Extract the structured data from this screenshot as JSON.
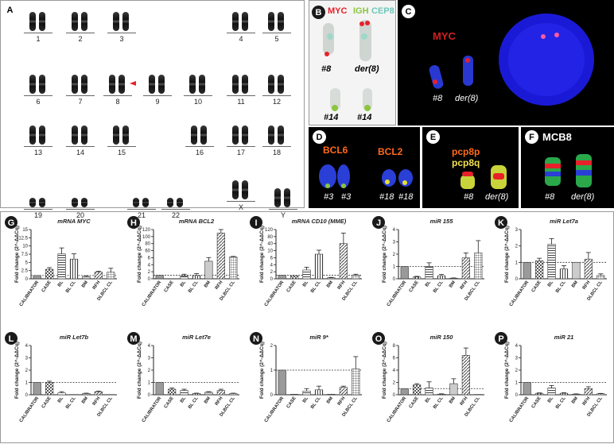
{
  "panel_letters": {
    "A": "A",
    "B": "B",
    "C": "C",
    "D": "D",
    "E": "E",
    "F": "F"
  },
  "karyotype": [
    {
      "label": "1"
    },
    {
      "label": "2"
    },
    {
      "label": "3"
    },
    {
      "label": "4"
    },
    {
      "label": "5"
    },
    {
      "label": "6"
    },
    {
      "label": "7"
    },
    {
      "label": "8"
    },
    {
      "label": "9"
    },
    {
      "label": "10"
    },
    {
      "label": "11"
    },
    {
      "label": "12"
    },
    {
      "label": "13"
    },
    {
      "label": "14"
    },
    {
      "label": "15"
    },
    {
      "label": "16"
    },
    {
      "label": "17"
    },
    {
      "label": "18"
    },
    {
      "label": "19"
    },
    {
      "label": "20"
    },
    {
      "label": "21"
    },
    {
      "label": "22"
    },
    {
      "label": "X"
    },
    {
      "label": "Y"
    }
  ],
  "fish": {
    "B": {
      "probe1": "MYC",
      "probe2": "IGH",
      "probe3": "CEP8",
      "l1": "#8",
      "l2": "der(8)",
      "l3": "#14",
      "l4": "#14"
    },
    "C": {
      "probe": "MYC",
      "l1": "#8",
      "l2": "der(8)"
    },
    "D": {
      "probe1": "BCL6",
      "probe2": "BCL2",
      "l1": "#3",
      "l2": "#3",
      "l3": "#18",
      "l4": "#18"
    },
    "E": {
      "probe1": "pcp8p",
      "probe2": "pcp8q",
      "l1": "#8",
      "l2": "der(8)"
    },
    "F": {
      "probe": "MCB8",
      "l1": "#8",
      "l2": "der(8)"
    }
  },
  "colors": {
    "red": "#e8202a",
    "green": "#8bc53f",
    "teal": "#6fc7b8",
    "orange": "#ff6a1a",
    "yellow": "#f4e04d",
    "blue": "#2a3fd6"
  },
  "chart_data": [
    {
      "id": "G",
      "type": "bar",
      "title": "mRNA MYC",
      "ylabel": "Fold change (2^-ΔΔCq)",
      "ylim": [
        0,
        15
      ],
      "yticks": [
        "0",
        "2.5",
        "5",
        "7.5",
        "10",
        "12.5",
        "15"
      ],
      "refline": 1,
      "categories": [
        "CALIBRATOR",
        "CASE",
        "BL",
        "BL CL",
        "BM",
        "RFH",
        "DLBCL CL"
      ],
      "values": [
        1,
        2.9,
        7.6,
        6.0,
        0.7,
        2.0,
        2.0
      ],
      "errors": [
        0,
        0.5,
        1.8,
        1.6,
        0.2,
        0.3,
        1.2
      ]
    },
    {
      "id": "H",
      "type": "bar",
      "title": "mRNA BCL2",
      "ylabel": "Fold change (2^-ΔΔCq)",
      "ylim": [
        0,
        120
      ],
      "yticks": [
        "0",
        "2",
        "4",
        "6",
        "60",
        "80",
        "100",
        "120"
      ],
      "refline": 1,
      "categories": [
        "CALIBRATOR",
        "CASE",
        "BL",
        "BL CL",
        "BM",
        "RFH",
        "DLBCL CL"
      ],
      "values": [
        1,
        0.05,
        0.8,
        0.9,
        5,
        110,
        12
      ],
      "errors": [
        0,
        0,
        0.5,
        0.6,
        2,
        10,
        4
      ]
    },
    {
      "id": "I",
      "type": "bar",
      "title": "mRNA CD10 (MME)",
      "ylabel": "Fold change (2^-ΔΔCq)",
      "ylim": [
        0,
        120
      ],
      "yticks": [
        "0",
        "2",
        "4",
        "6",
        "10",
        "40",
        "80",
        "120"
      ],
      "refline": 1,
      "categories": [
        "CALIBRATOR",
        "CASE",
        "BL",
        "BL CL",
        "BM",
        "RFH",
        "DLBCL CL"
      ],
      "values": [
        1,
        0.8,
        2.5,
        8,
        0.3,
        40,
        1
      ],
      "errors": [
        0,
        0,
        0.8,
        4,
        0.1,
        60,
        0.3
      ]
    },
    {
      "id": "J",
      "type": "bar",
      "title": "miR 155",
      "ylabel": "Fold change (2^-ΔΔCq)",
      "ylim": [
        0,
        4
      ],
      "yticks": [
        "0",
        "1",
        "2",
        "3",
        "4"
      ],
      "refline": 1,
      "categories": [
        "CALIBRATOR",
        "CASE",
        "BL",
        "BL CL",
        "BM",
        "RFH",
        "DLBCL CL"
      ],
      "values": [
        1,
        0.15,
        1.0,
        0.25,
        0.05,
        1.7,
        2.1
      ],
      "errors": [
        0,
        0.05,
        0.3,
        0.1,
        0.02,
        0.4,
        1.0
      ]
    },
    {
      "id": "K",
      "type": "bar",
      "title": "miR Let7a",
      "ylabel": "Fold change (2^-ΔΔCq)",
      "ylim": [
        0,
        3
      ],
      "yticks": [
        "0",
        "1",
        "2",
        "3"
      ],
      "refline": 1,
      "categories": [
        "CALIBRATOR",
        "CASE",
        "BL",
        "BL CL",
        "BM",
        "RFH",
        "DLBCL CL"
      ],
      "values": [
        1,
        1.1,
        2.1,
        0.6,
        1.0,
        1.2,
        0.2
      ],
      "errors": [
        0,
        0.15,
        0.35,
        0.2,
        0,
        0.4,
        0.1
      ]
    },
    {
      "id": "L",
      "type": "bar",
      "title": "miR Let7b",
      "ylabel": "Fold change (2^-ΔΔCq)",
      "ylim": [
        0,
        4
      ],
      "yticks": [
        "0",
        "1",
        "2",
        "3",
        "4"
      ],
      "refline": 1,
      "categories": [
        "CALIBRATOR",
        "CASE",
        "BL",
        "BL CL",
        "BM",
        "RFH",
        "DLBCL CL"
      ],
      "values": [
        1,
        1.0,
        0.15,
        0.02,
        0.1,
        0.25,
        0.02
      ],
      "errors": [
        0,
        0.1,
        0.1,
        0,
        0.03,
        0.05,
        0
      ]
    },
    {
      "id": "M",
      "type": "bar",
      "title": "miR Let7e",
      "ylabel": "Fold change (2^-ΔΔCq)",
      "ylim": [
        0,
        4
      ],
      "yticks": [
        "0",
        "1",
        "2",
        "3",
        "4"
      ],
      "refline": 1,
      "categories": [
        "CALIBRATOR",
        "CASE",
        "BL",
        "BL CL",
        "BM",
        "RFH",
        "DLBCL CL"
      ],
      "values": [
        1,
        0.45,
        0.35,
        0.1,
        0.2,
        0.35,
        0.1
      ],
      "errors": [
        0,
        0.1,
        0.1,
        0.03,
        0.05,
        0.1,
        0.03
      ]
    },
    {
      "id": "N",
      "type": "bar",
      "title": "miR 9*",
      "ylabel": "Fold change (2^-ΔΔCq)",
      "ylim": [
        0,
        2
      ],
      "yticks": [
        "0",
        "1",
        "2"
      ],
      "refline": 1,
      "categories": [
        "CALIBRATOR",
        "CASE",
        "BL",
        "BL CL",
        "BM",
        "RFH",
        "DLBCL CL"
      ],
      "values": [
        1,
        0.02,
        0.15,
        0.2,
        0.02,
        0.3,
        1.05
      ],
      "errors": [
        0,
        0,
        0.1,
        0.15,
        0,
        0.05,
        0.5
      ]
    },
    {
      "id": "O",
      "type": "bar",
      "title": "miR 150",
      "ylabel": "Fold change (2^-ΔΔCq)",
      "ylim": [
        0,
        8
      ],
      "yticks": [
        "0",
        "2",
        "4",
        "6",
        "8"
      ],
      "refline": 1,
      "categories": [
        "CALIBRATOR",
        "CASE",
        "BL",
        "BL CL",
        "BM",
        "RFH",
        "DLBCL CL"
      ],
      "values": [
        1,
        1.6,
        1.1,
        0.1,
        1.8,
        6.4,
        0.05
      ],
      "errors": [
        0,
        0.2,
        1.0,
        0.05,
        0.8,
        1.2,
        0
      ]
    },
    {
      "id": "P",
      "type": "bar",
      "title": "miR 21",
      "ylabel": "Fold change (2^-ΔΔCq)",
      "ylim": [
        0,
        4
      ],
      "yticks": [
        "0",
        "1",
        "2",
        "3",
        "4"
      ],
      "refline": 1,
      "categories": [
        "CALIBRATOR",
        "CASE",
        "BL",
        "BL CL",
        "BM",
        "RFH",
        "DLBCL CL"
      ],
      "values": [
        1,
        0.12,
        0.55,
        0.12,
        0.05,
        0.5,
        0.08
      ],
      "errors": [
        0,
        0.03,
        0.2,
        0.05,
        0.02,
        0.15,
        0.03
      ]
    }
  ]
}
